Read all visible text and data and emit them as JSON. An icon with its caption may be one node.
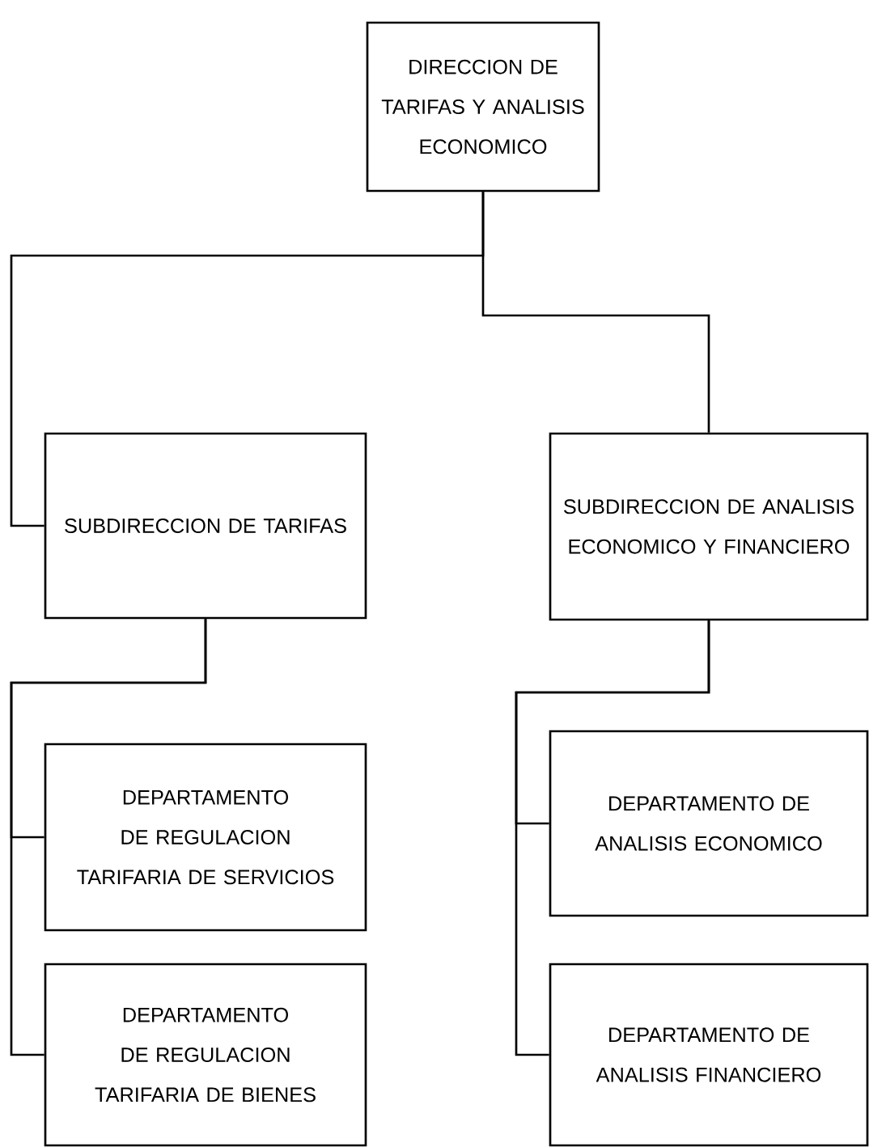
{
  "diagram": {
    "nodes": [
      {
        "text": [
          "DIRECCION DE TARIFAS Y ANALISIS ECONOMICO"
        ]
      },
      {
        "text": [
          "SUBDIRECCION DE TARIFAS"
        ]
      },
      {
        "text": [
          "SUBDIRECCION DE ANALISIS ECONOMICO Y FINANCIERO"
        ]
      },
      {
        "text": [
          "DEPARTAMENTO DE REGULACION TARIFARIA DE SERVICIOS"
        ]
      },
      {
        "text": [
          "DEPARTAMENTO DE REGULACION TARIFARIA DE BIENES"
        ]
      },
      {
        "text": [
          "DEPARTAMENTO DE ANALISIS ECONOMICO"
        ]
      },
      {
        "text": [
          "DEPARTAMENTO DE ANALISIS FINANCIERO"
        ]
      }
    ],
    "edges": [
      {
        "from": 0,
        "to": 1,
        "arrow": "none"
      },
      {
        "from": 0,
        "to": 2,
        "arrow": "none"
      },
      {
        "from": 1,
        "to": 3,
        "arrow": "none"
      },
      {
        "from": 1,
        "to": 4,
        "arrow": "none"
      },
      {
        "from": 2,
        "to": 5,
        "arrow": "none"
      },
      {
        "from": 2,
        "to": 6,
        "arrow": "none"
      }
    ]
  }
}
